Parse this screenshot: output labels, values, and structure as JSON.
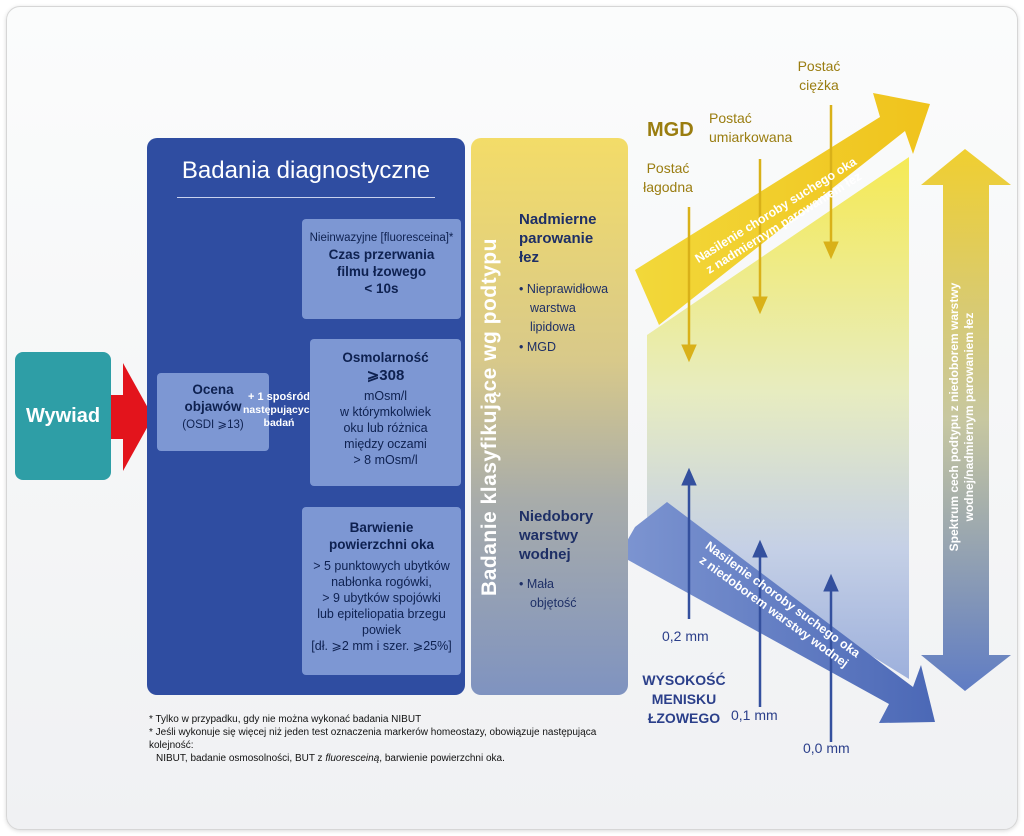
{
  "interview": {
    "label": "Wywiad"
  },
  "diagnostics": {
    "title": "Badania diagnostyczne",
    "symptom_eval": {
      "line1": "Ocena",
      "line2": "objawów",
      "line3": "(OSDI ⩾13)"
    },
    "plus_one": {
      "line1": "+ 1 spośród",
      "line2": "następujących",
      "line3": "badań"
    },
    "test_breakup": {
      "note": "Nieinwazyjne [fluoresceina]*",
      "line1": "Czas przerwania",
      "line2": "filmu łzowego",
      "line3": "< 10s"
    },
    "test_osmolarity": {
      "line1": "Osmolarność",
      "line2": "⩾308",
      "line3": "mOsm/l",
      "line4": "w którymkolwiek",
      "line5": "oku lub różnica",
      "line6": "między oczami",
      "line7": "> 8 mOsm/l"
    },
    "test_staining": {
      "line1": "Barwienie",
      "line2": "powierzchni oka",
      "line3": "> 5 punktowych ubytków",
      "line4": "nabłonka rogówki,",
      "line5": "> 9 ubytków spojówki",
      "line6": "lub epiteliopatia brzegu",
      "line7": "powiek",
      "line8": "[dł. ⩾2 mm i szer. ⩾25%]"
    }
  },
  "classification": {
    "vertical_title": "Badanie klasyfikujące wg podtypu",
    "evaporative": {
      "line1": "Nadmierne",
      "line2": "parowanie",
      "line3": "łez",
      "bullet1_a": "• Nieprawidłowa",
      "bullet1_b": "warstwa",
      "bullet1_c": "lipidowa",
      "bullet2": "• MGD"
    },
    "aqueous": {
      "line1": "Niedobory",
      "line2": "warstwy",
      "line3": "wodnej",
      "bullet1_a": "• Mała",
      "bullet1_b": "objętość"
    }
  },
  "mgd": {
    "label": "MGD",
    "mild": {
      "line1": "Postać",
      "line2": "łagodna"
    },
    "moderate": {
      "line1": "Postać",
      "line2": "umiarkowana"
    },
    "severe": {
      "line1": "Postać",
      "line2": "ciężka"
    }
  },
  "arrows": {
    "evaporative_line1": "Nasilenie choroby suchego oka",
    "evaporative_line2": "z nadmiernym parowaniem łez",
    "aqueous_line1": "Nasilenie choroby suchego oka",
    "aqueous_line2": "z niedoborem warstwy wodnej",
    "spectrum_line1": "Spektrum cech podtypu z niedoborem warstwy",
    "spectrum_line2": "wodnej/nadmiernym parowaniem łez"
  },
  "meniscus": {
    "label1": "WYSOKOŚĆ",
    "label2": "MENISKU",
    "label3": "ŁZOWEGO",
    "v1": "0,2 mm",
    "v2": "0,1 mm",
    "v3": "0,0 mm"
  },
  "footnotes": {
    "line1": "* Tylko w przypadku, gdy nie można wykonać badania NIBUT",
    "line2": "* Jeśli wykonuje się więcej niż jeden test oznaczenia markerów homeostazy, obowiązuje następująca kolejność:",
    "line3a": "NIBUT, badanie osmosolności, BUT z ",
    "line3b": "fluoresceiną",
    "line3c": ", barwienie powierzchni oka."
  },
  "colors": {
    "teal": "#2e9ea6",
    "panel_blue": "#2f4da1",
    "light_blue": "#7d97d3",
    "red": "#e3141c",
    "gold": "#e9c21a",
    "arrow_blue": "#5b77c0"
  }
}
